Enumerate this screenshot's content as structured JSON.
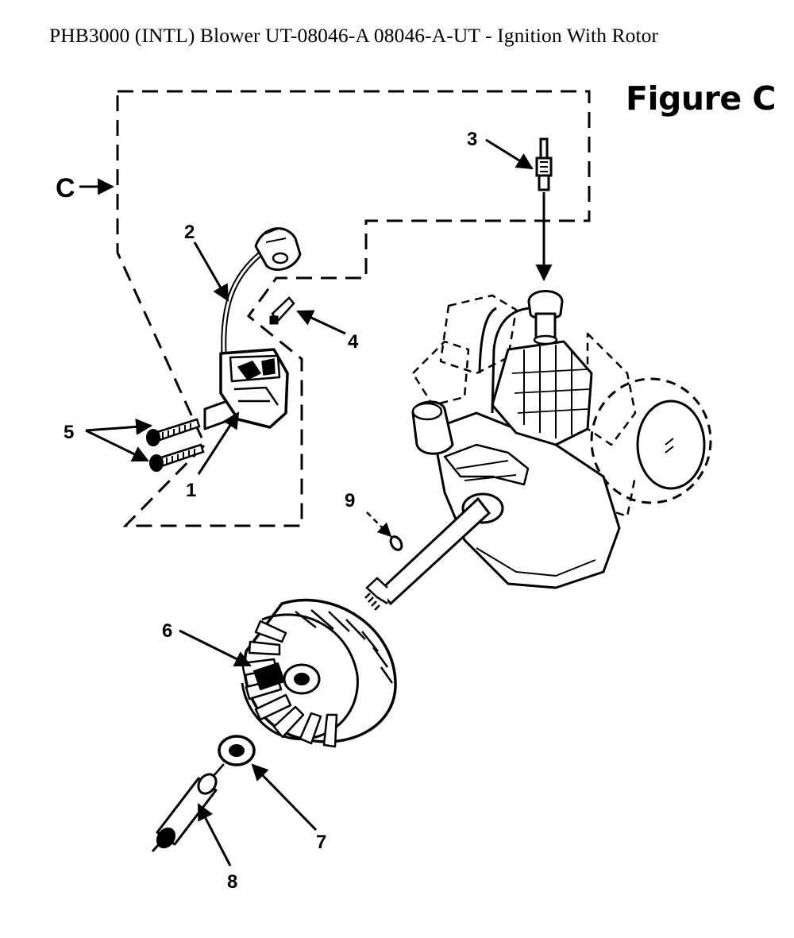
{
  "title": "PHB3000 (INTL) Blower UT-08046-A 08046-A-UT - Ignition With Rotor",
  "figure_label": "Figure C",
  "section_marker": "C",
  "callouts": {
    "c1": "1",
    "c2": "2",
    "c3": "3",
    "c4": "4",
    "c5": "5",
    "c6": "6",
    "c7": "7",
    "c8": "8",
    "c9": "9"
  },
  "parts": {
    "p1": "ignition-module",
    "p2": "ignition-lead",
    "p3": "spark-plug",
    "p4": "terminal-clip",
    "p5": "mounting-screws",
    "p6": "flywheel-rotor",
    "p7": "washer",
    "p8": "spacer-tube",
    "p9": "woodruff-key"
  },
  "colors": {
    "ink": "#000000",
    "paper": "#ffffff"
  }
}
